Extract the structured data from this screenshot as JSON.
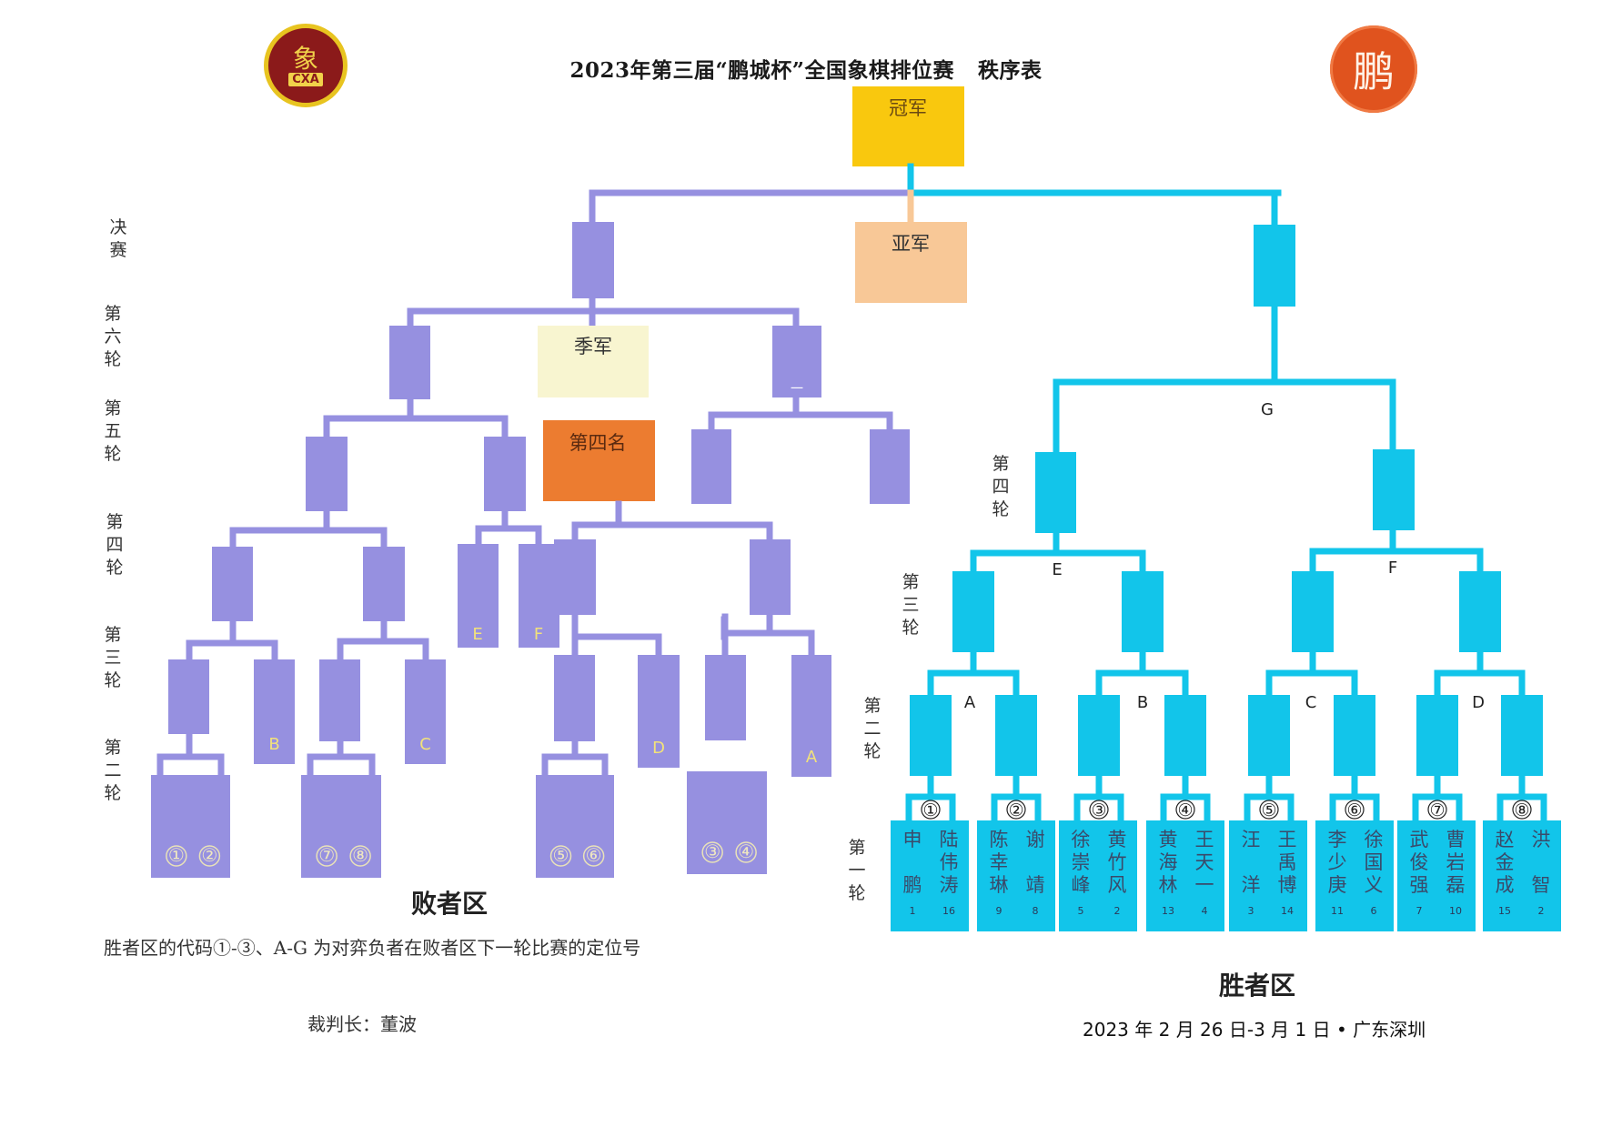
{
  "header": {
    "title": "2023年第三届“鹏城杯”全国象棋排位赛",
    "title_suffix": "秩序表",
    "left_logo": {
      "icon": "cxa-emblem-icon",
      "glyph": "象",
      "abbr": "CXA"
    },
    "right_logo": {
      "icon": "seal-logo-icon",
      "glyph": "鹏"
    }
  },
  "colors": {
    "loser": "#9690e0",
    "winner": "#12c5ea",
    "champion": "#f9c80e",
    "runner_up": "#f8c897",
    "third": "#f8f5d0",
    "fourth": "#ec7c30",
    "letter": "#f2e27a"
  },
  "placements": {
    "champion": "冠军",
    "runner_up": "亚军",
    "third": "季军",
    "fourth": "第四名"
  },
  "loser_round_labels": [
    "决赛",
    "第六轮",
    "第五轮",
    "第四轮",
    "第三轮",
    "第二轮"
  ],
  "winner_round_labels": {
    "round4": "第四轮",
    "round3": "第三轮",
    "round2": "第二轮",
    "round1": "第一轮"
  },
  "winner_bracket": {
    "round4_code": "G",
    "round3_codes": [
      "E",
      "F"
    ],
    "round2_codes": [
      "A",
      "B",
      "C",
      "D"
    ],
    "round1_matches": [
      {
        "code": "①",
        "players": [
          {
            "name": "申鹏",
            "seed": "1"
          },
          {
            "name": "陆伟涛",
            "seed": "16"
          }
        ]
      },
      {
        "code": "②",
        "players": [
          {
            "name": "陈幸琳",
            "seed": "9"
          },
          {
            "name": "谢靖",
            "seed": "8"
          }
        ]
      },
      {
        "code": "③",
        "players": [
          {
            "name": "徐崇峰",
            "seed": "5"
          },
          {
            "name": "黄竹风",
            "seed": "2"
          }
        ]
      },
      {
        "code": "④",
        "players": [
          {
            "name": "黄海林",
            "seed": "13"
          },
          {
            "name": "王天一",
            "seed": "4"
          }
        ]
      },
      {
        "code": "⑤",
        "players": [
          {
            "name": "汪洋",
            "seed": "3"
          },
          {
            "name": "王禹博",
            "seed": "14"
          }
        ]
      },
      {
        "code": "⑥",
        "players": [
          {
            "name": "李少庚",
            "seed": "11"
          },
          {
            "name": "徐国义",
            "seed": "6"
          }
        ]
      },
      {
        "code": "⑦",
        "players": [
          {
            "name": "武俊强",
            "seed": "7"
          },
          {
            "name": "曹岩磊",
            "seed": "10"
          }
        ]
      },
      {
        "code": "⑧",
        "players": [
          {
            "name": "赵金成",
            "seed": "15"
          },
          {
            "name": "洪智",
            "seed": "2"
          }
        ]
      }
    ]
  },
  "loser_bracket": {
    "round2_pairs": [
      [
        "①",
        "②"
      ],
      [
        "⑦",
        "⑧"
      ],
      [
        "⑤",
        "⑥"
      ],
      [
        "③",
        "④"
      ]
    ],
    "round3_entries": [
      "B",
      "C",
      "D",
      "A"
    ],
    "round4_entries": [
      "E",
      "F"
    ],
    "round5_mark": "一"
  },
  "footer": {
    "loser_zone_title": "败者区",
    "winner_zone_title": "胜者区",
    "note": "胜者区的代码①-③、A-G 为对弈负者在败者区下一轮比赛的定位号",
    "referee_label": "裁判长：",
    "referee_name": "董波",
    "date_location": "2023 年 2 月 26 日-3 月 1 日 • 广东深圳"
  }
}
